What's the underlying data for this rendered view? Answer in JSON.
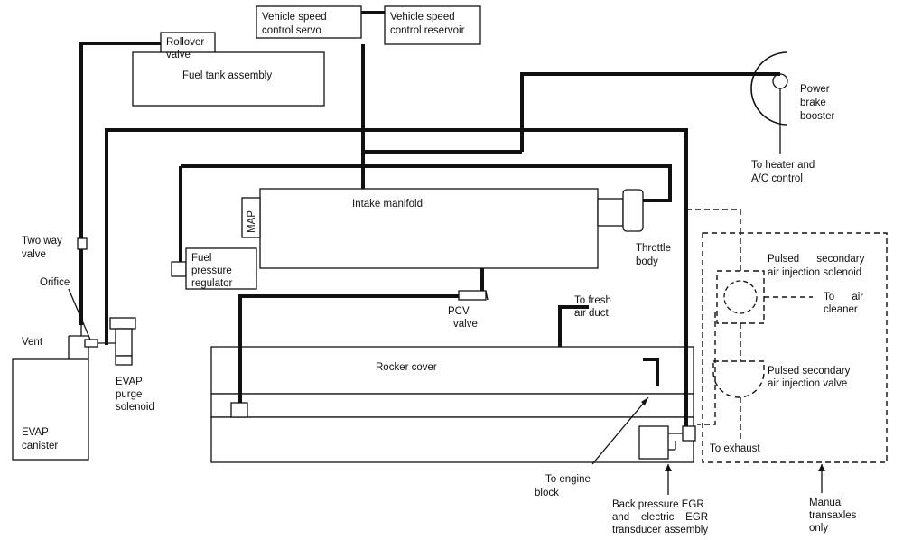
{
  "labels": {
    "vss_servo": [
      "Vehicle speed",
      "control servo"
    ],
    "vss_reservoir": [
      "Vehicle speed",
      "control reservoir"
    ],
    "rollover": [
      "Rollover",
      "valve"
    ],
    "fuel_tank": "Fuel tank assembly",
    "power_brake": [
      "Power",
      "brake",
      "booster"
    ],
    "heater": [
      "To heater and",
      "A/C control"
    ],
    "intake": "Intake manifold",
    "map": "MAP",
    "throttle": [
      "Throttle",
      "body"
    ],
    "two_way": [
      "Two way",
      "valve"
    ],
    "fuel_reg": [
      "Fuel",
      "pressure",
      "regulator"
    ],
    "pulsed_solenoid": [
      "Pulsed      secondary",
      "air injection solenoid"
    ],
    "orifice": "Orifice",
    "pcv": [
      "PCV",
      "valve"
    ],
    "fresh_air": [
      "To fresh",
      "air duct"
    ],
    "to_air_cleaner": [
      "To      air",
      "cleaner"
    ],
    "vent": "Vent",
    "rocker": "Rocker cover",
    "pulsed_valve": [
      "Pulsed secondary",
      "air injection valve"
    ],
    "evap_purge": [
      "EVAP",
      "purge",
      "solenoid"
    ],
    "evap_canister": [
      "EVAP",
      "canister"
    ],
    "to_exhaust": "To exhaust",
    "engine_block": [
      "To engine",
      "block"
    ],
    "egr": [
      "Back pressure EGR",
      "and    electric    EGR",
      "transducer assembly"
    ],
    "manual": [
      "Manual",
      "transaxles",
      "only"
    ]
  }
}
